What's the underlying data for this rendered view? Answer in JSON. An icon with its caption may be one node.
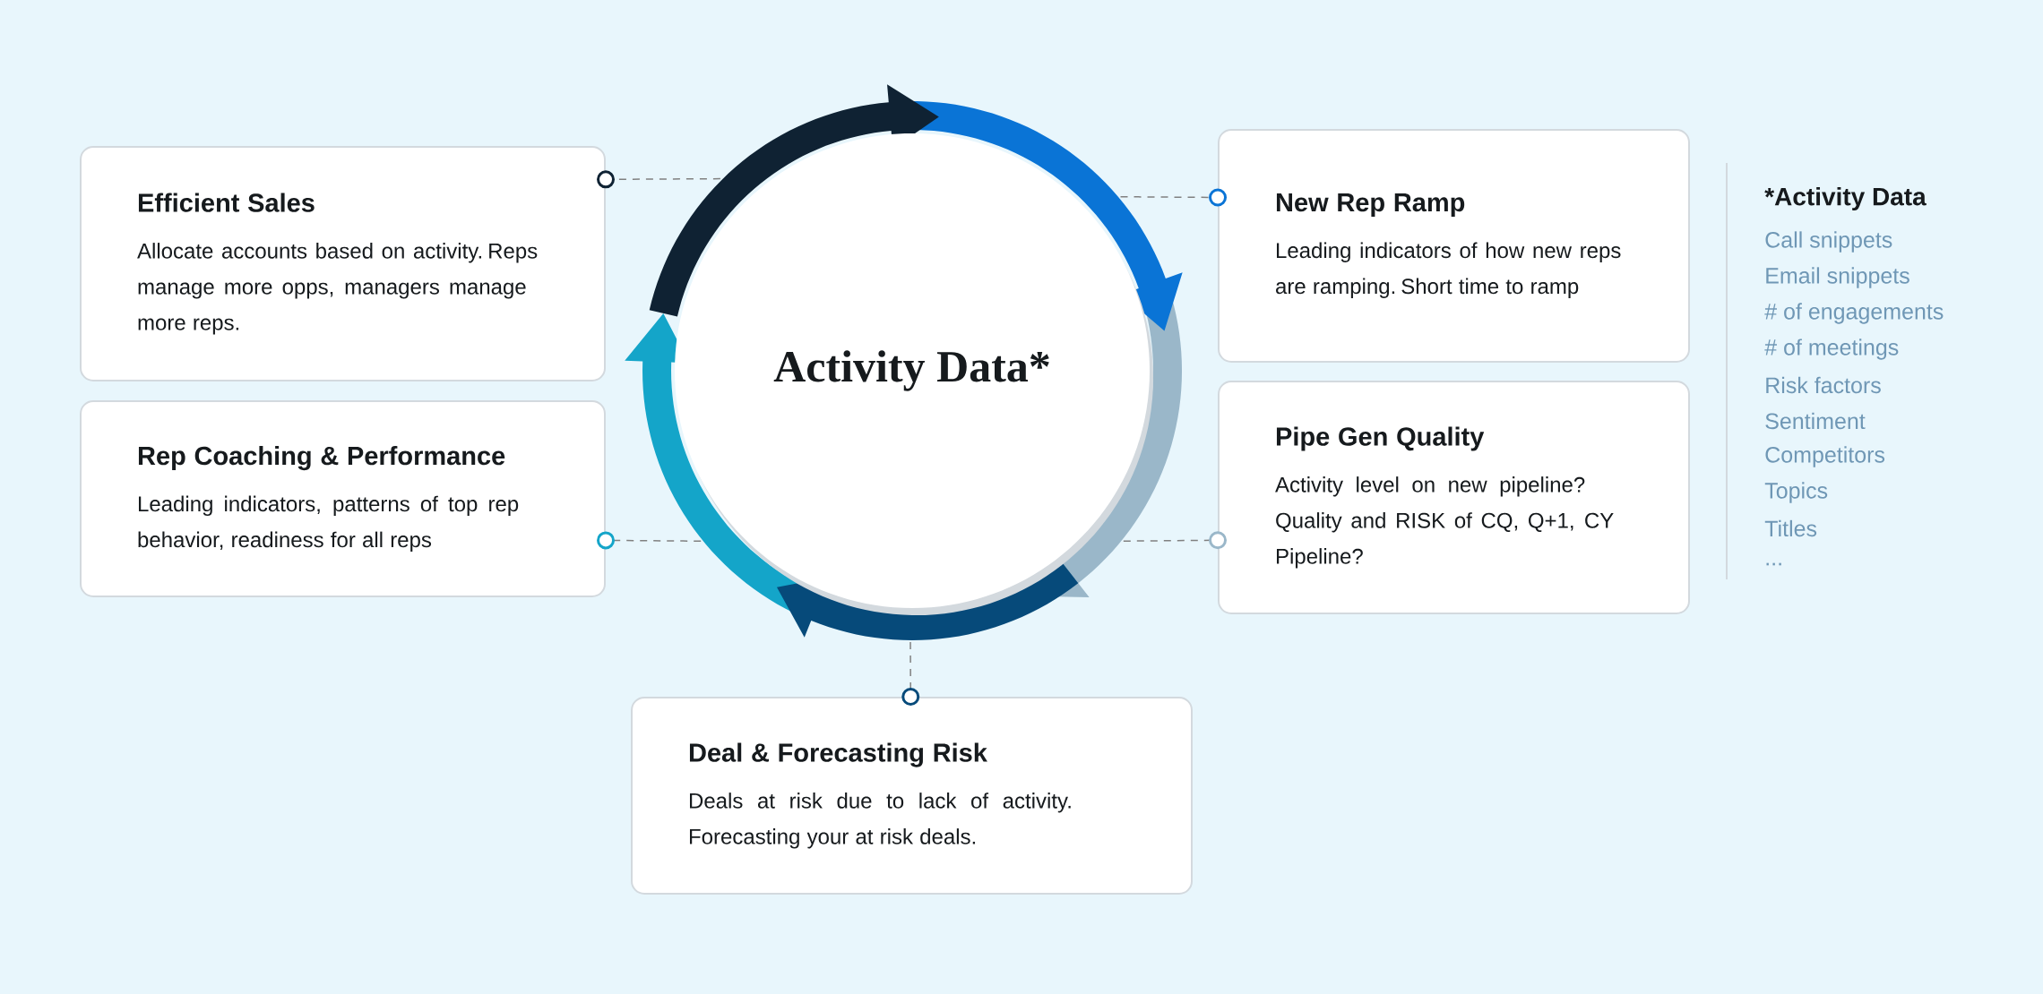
{
  "diagram": {
    "nodes": [
      {
        "text": [
          "Activity Data*"
        ]
      },
      {
        "text": [
          "Efficient Sales",
          "Allocate accounts based on activity. Reps manage more opps, managers manage more reps."
        ]
      },
      {
        "text": [
          "New Rep Ramp",
          "Leading indicators of how new reps are ramping. Short time to ramp"
        ]
      },
      {
        "text": [
          "Rep Coaching & Performance",
          "Leading indicators, patterns of top rep behavior, readiness for all reps"
        ]
      },
      {
        "text": [
          "Pipe Gen Quality",
          "Activity level on new pipeline? Quality and RISK of CQ, Q+1, CY Pipeline?"
        ]
      },
      {
        "text": [
          "Deal & Forecasting Risk",
          "Deals at risk due to lack of activity. Forecasting your at risk deals."
        ]
      }
    ],
    "edges": [
      {
        "from": 0,
        "to": 1,
        "arrow": "other",
        "style": "dashed"
      },
      {
        "from": 0,
        "to": 2,
        "arrow": "other",
        "style": "dashed"
      },
      {
        "from": 0,
        "to": 3,
        "arrow": "other",
        "style": "dashed"
      },
      {
        "from": 0,
        "to": 4,
        "arrow": "other",
        "style": "dashed"
      },
      {
        "from": 0,
        "to": 5,
        "arrow": "other",
        "style": "dashed"
      }
    ],
    "labels": [
      "*Activity Data",
      "Call snippets",
      "Email snippets",
      "# of engagements",
      "# of meetings",
      "Risk factors",
      "Sentiment",
      "Competitors",
      "Topics",
      "Titles",
      "..."
    ]
  }
}
